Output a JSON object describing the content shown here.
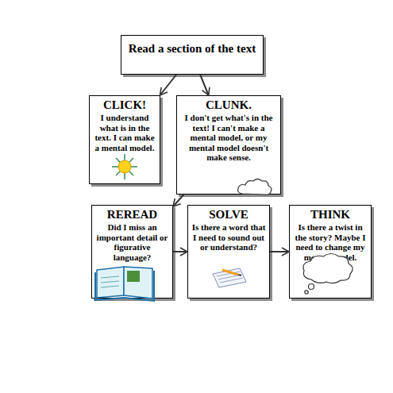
{
  "diagram": {
    "nodes": [
      {
        "text": [
          "Read a section of the text"
        ]
      },
      {
        "text": [
          "CLICK!",
          "I understand what is in the text. I can make a mental model."
        ]
      },
      {
        "text": [
          "CLUNK.",
          "I don't get what's in the text! I can't make a mental model, or my mental model doesn't make sense."
        ]
      },
      {
        "text": [
          "REREAD",
          "Did I miss an important detail or figurative language?"
        ]
      },
      {
        "text": [
          "SOLVE",
          "Is there a word that I need to sound out or understand?"
        ]
      },
      {
        "text": [
          "THINK",
          "Is there a twist in the story? Maybe I need to change my mental model."
        ]
      }
    ],
    "edges": [
      {
        "from": 0,
        "to": 1,
        "arrow": "to"
      },
      {
        "from": 0,
        "to": 2,
        "arrow": "to"
      },
      {
        "from": 2,
        "to": 3,
        "arrow": "to"
      },
      {
        "from": 3,
        "to": 4,
        "arrow": "to"
      },
      {
        "from": 4,
        "to": 5,
        "arrow": "to"
      }
    ]
  }
}
